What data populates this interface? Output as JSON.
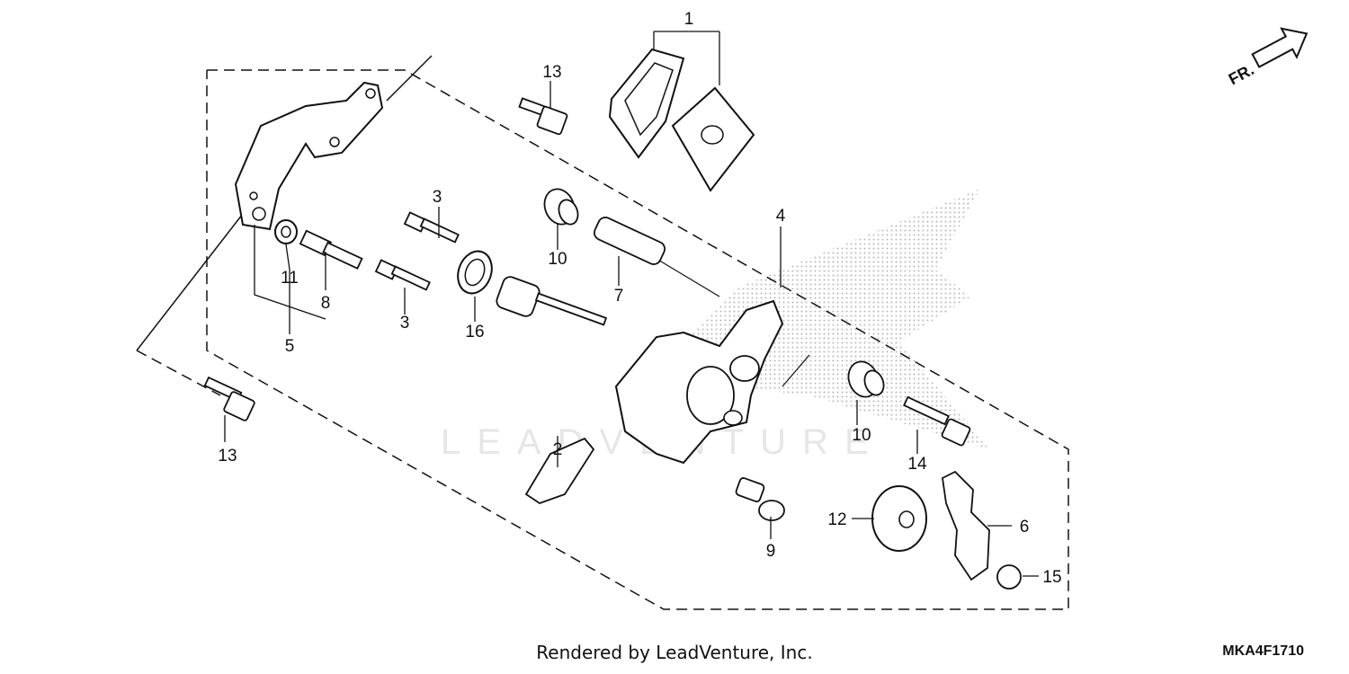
{
  "diagram": {
    "part_numbers": [
      "1",
      "2",
      "3",
      "3",
      "4",
      "5",
      "6",
      "7",
      "8",
      "9",
      "10",
      "10",
      "11",
      "12",
      "13",
      "13",
      "14",
      "15",
      "16"
    ],
    "footer_text": "Rendered by LeadVenture, Inc.",
    "diagram_code": "MKA4F1710",
    "direction_label": "FR.",
    "watermark_text": "LEADVENTURE"
  },
  "colors": {
    "line": "#111111",
    "fill": "#ffffff",
    "dots": "#9a9a9a"
  }
}
